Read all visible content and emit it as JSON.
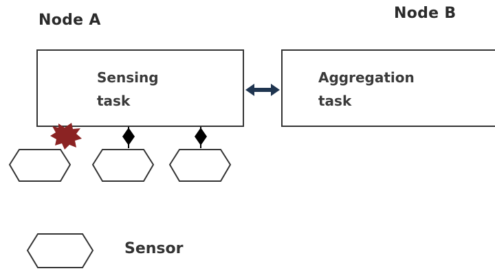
{
  "nodes": {
    "node_a": {
      "title": "Node A",
      "task_lines": [
        "Sensing",
        "task"
      ]
    },
    "node_b": {
      "title": "Node B",
      "task_lines": [
        "Aggregation",
        "task"
      ]
    }
  },
  "legend": {
    "label": "Sensor"
  },
  "colors": {
    "box_border": "#333333",
    "text": "#2b2b2b",
    "arrow": "#1f3550",
    "failure_star": "#8b2323",
    "connector": "#000000"
  },
  "icons": {
    "failed_sensor": "starburst",
    "sensor": "hexagon",
    "link": "double-headed-arrow",
    "attachment": "diamond"
  }
}
